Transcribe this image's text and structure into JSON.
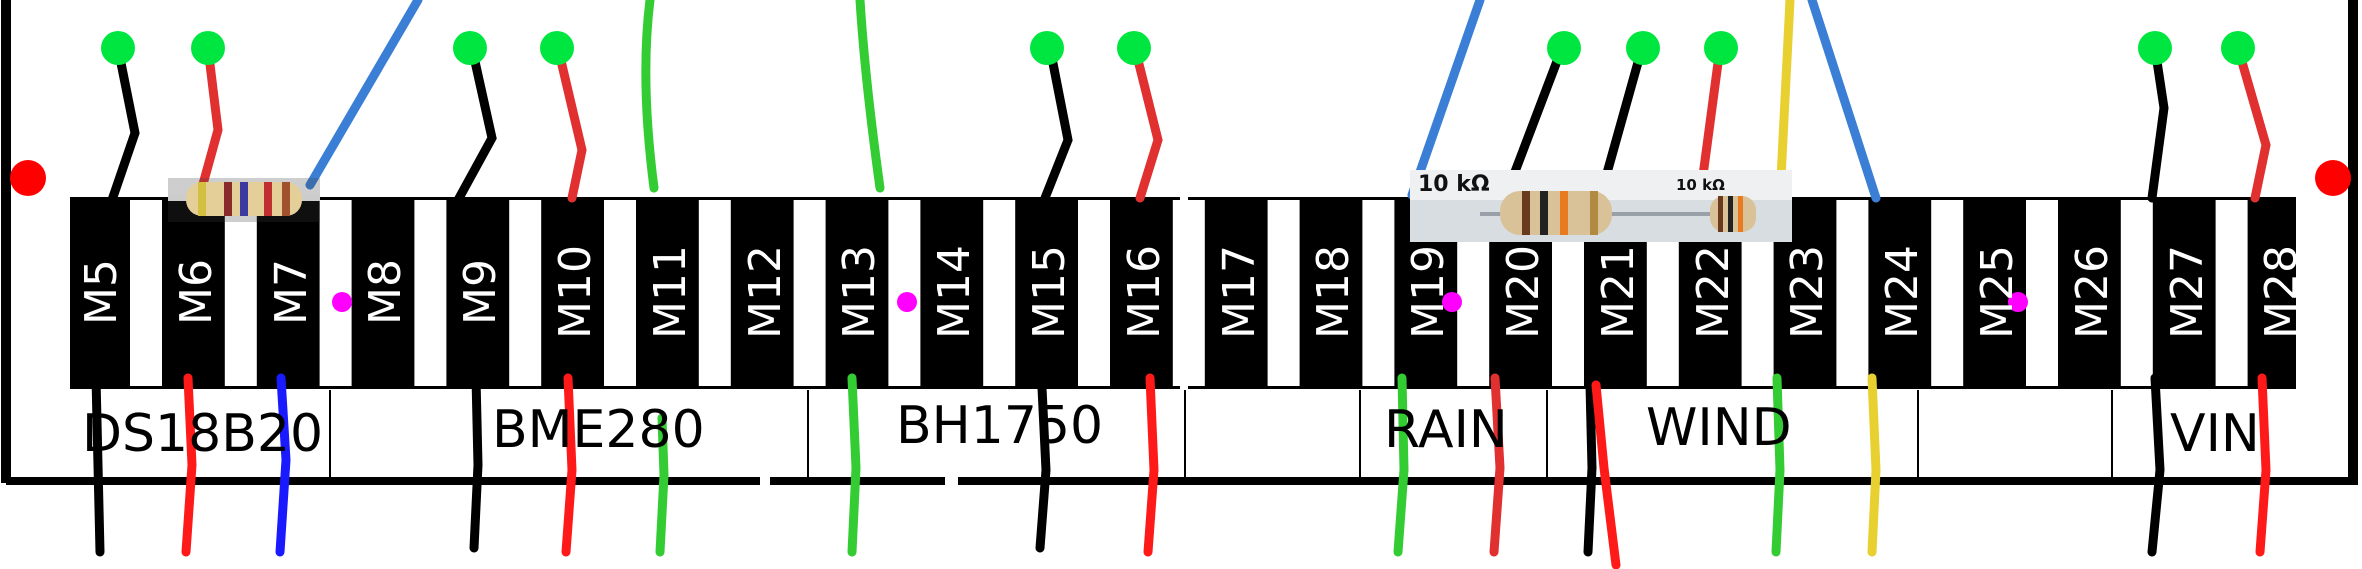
{
  "pins": [
    "M5",
    "M6",
    "M7",
    "M8",
    "M9",
    "M10",
    "M11",
    "M12",
    "M13",
    "M14",
    "M15",
    "M16",
    "M17",
    "M18",
    "M19",
    "M20",
    "M21",
    "M22",
    "M23",
    "M24",
    "M25",
    "M26",
    "M27",
    "M28"
  ],
  "groups": [
    {
      "name": "DS18B20"
    },
    {
      "name": "BME280"
    },
    {
      "name": "BH1750"
    },
    {
      "name": "RAIN"
    },
    {
      "name": "WIND"
    },
    {
      "name": "VIN"
    }
  ],
  "resistor_large_label": "10 kΩ",
  "resistor_small_label": "10 kΩ",
  "colors": {
    "black": "#000000",
    "red": "#e03030",
    "blue": "#3a7fd5",
    "green": "#33cc33",
    "yellow": "#e8d030",
    "dark_blue": "#1a1aff",
    "pad_green": "#00e640",
    "dot_red": "#ff0000",
    "dot_magenta": "#ff00ff"
  }
}
